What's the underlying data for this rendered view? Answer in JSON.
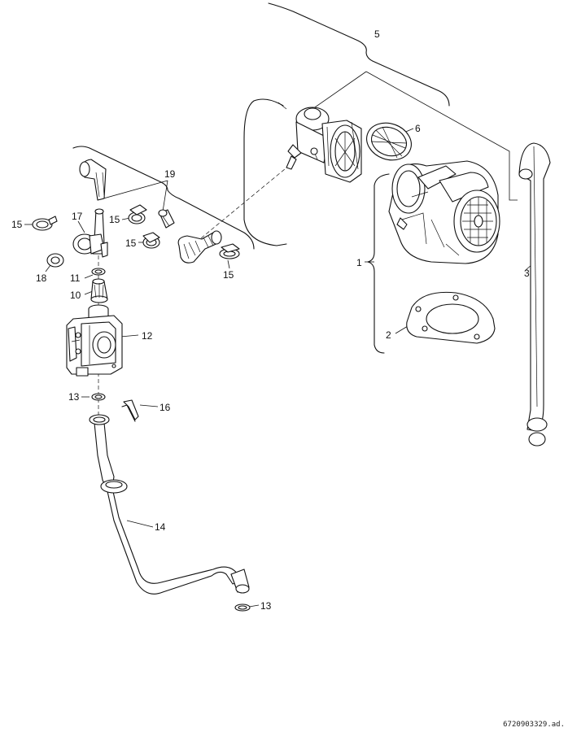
{
  "labels": {
    "l1": "1",
    "l2": "2",
    "l3": "3",
    "l5": "5",
    "l6": "6",
    "l10": "10",
    "l11": "11",
    "l12": "12",
    "l13a": "13",
    "l13b": "13",
    "l14": "14",
    "l15a": "15",
    "l15b": "15",
    "l15c": "15",
    "l15d": "15",
    "l16": "16",
    "l17": "17",
    "l18": "18",
    "l19": "19"
  },
  "reference": "6720903329.ad."
}
